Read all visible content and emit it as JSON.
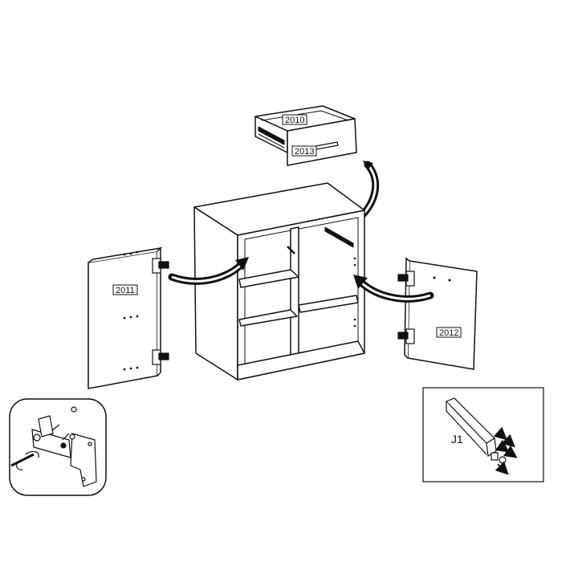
{
  "labels": {
    "drawer_front": "2010",
    "drawer_side": "2013",
    "left_door": "2011",
    "right_door": "2012",
    "detail_part": "J1"
  },
  "colors": {
    "line": "#111111",
    "background": "#ffffff",
    "arrow_fill": "#111111",
    "inset_border": "#444444"
  },
  "icons": {
    "insert_arrows": "curved-arrow-icon",
    "hinge": "hinge-icon",
    "adjust_arrows": "double-arrow-icon"
  }
}
